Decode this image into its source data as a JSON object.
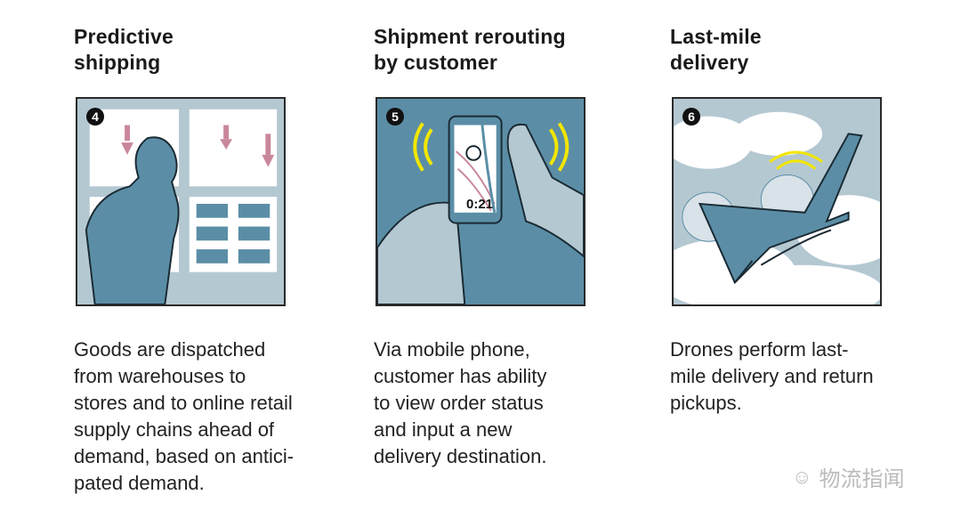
{
  "columns": [
    {
      "step": "4",
      "title_lines": [
        "Predictive",
        "shipping"
      ],
      "body_lines": [
        "Goods are dispatched",
        "from warehouses to",
        "stores and to online retail",
        "supply chains ahead of",
        "demand, based on antici-",
        "pated demand."
      ]
    },
    {
      "step": "5",
      "title_lines": [
        "Shipment rerouting",
        "by customer"
      ],
      "body_lines": [
        "Via mobile phone,",
        "customer has ability",
        "to view order status",
        "and input a new",
        "delivery destination."
      ],
      "phone_time": "0:21"
    },
    {
      "step": "6",
      "title_lines": [
        "Last-mile",
        "delivery"
      ],
      "body_lines": [
        "Drones perform last-",
        "mile delivery and return",
        "pickups."
      ]
    }
  ],
  "watermark": "物流指闻",
  "colors": {
    "panel_bg": "#b4c8d2",
    "figure": "#5b8ea6",
    "accent_pink": "#c9879a",
    "signal_yellow": "#f2e600"
  }
}
